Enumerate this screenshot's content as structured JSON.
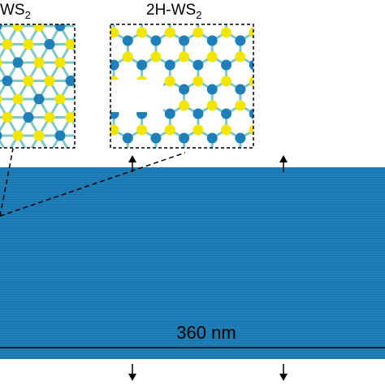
{
  "labels": {
    "left_inset_title": "WS",
    "left_inset_sub": "2",
    "right_inset_title": "2H-WS",
    "right_inset_sub": "2",
    "scale_label": "360 nm"
  },
  "colors": {
    "sheet": "#1f7fb8",
    "tungsten_atom": "#1f7fb8",
    "sulfur_atom": "#f2e600",
    "bond": "#7ec8c8",
    "inset_border": "#000000"
  },
  "icons": {
    "strain_arrow": "arrow"
  }
}
